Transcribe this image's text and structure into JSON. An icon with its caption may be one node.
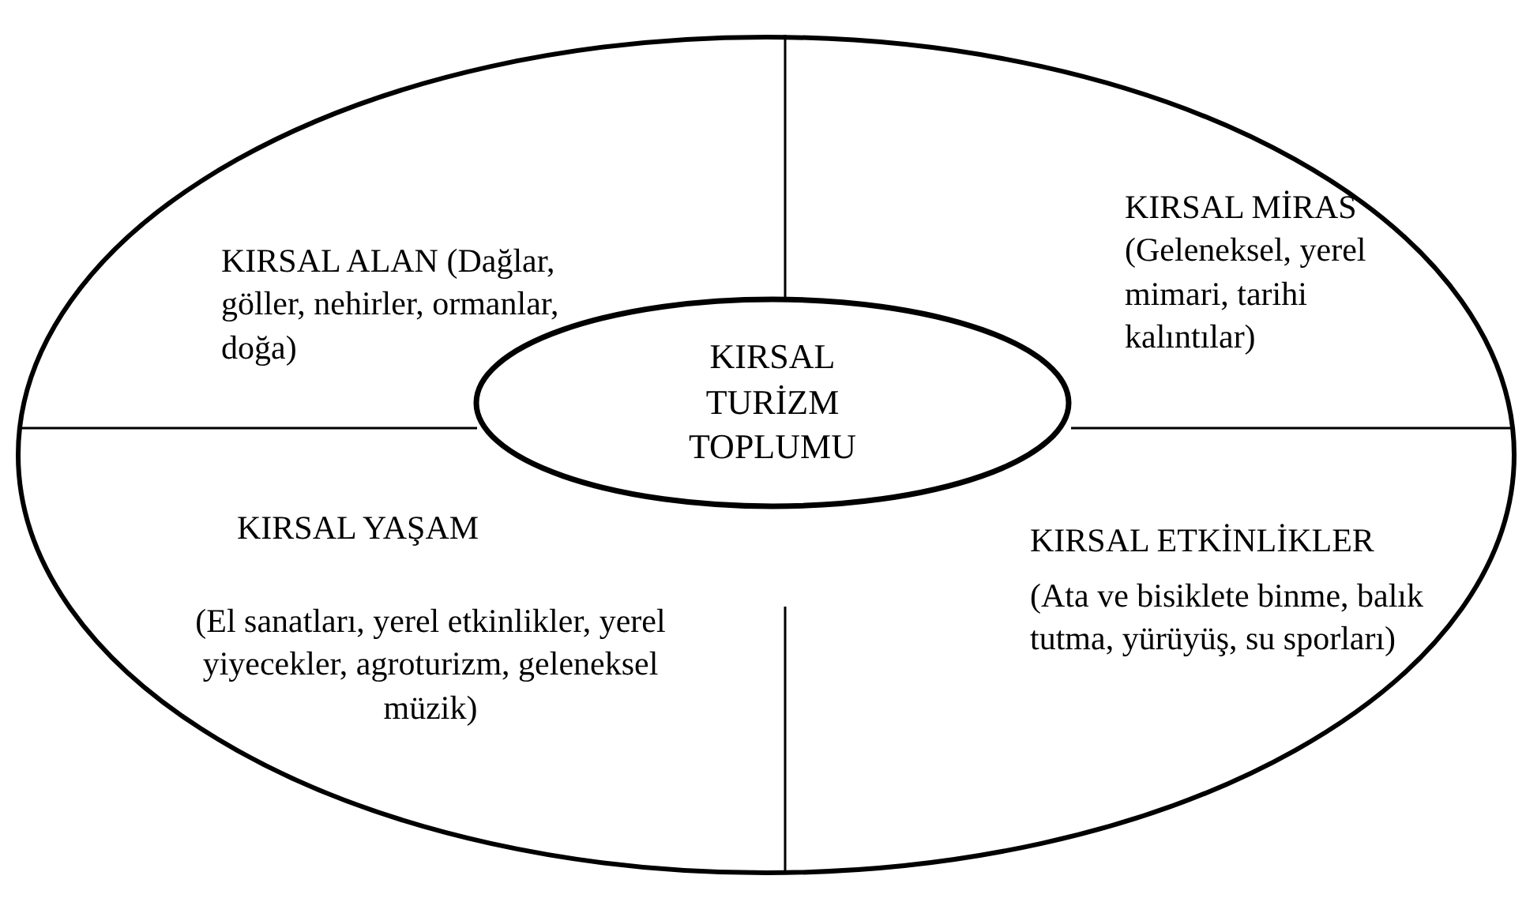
{
  "diagram": {
    "nodes": [
      {
        "text": [],
        "shape": "ellipse"
      },
      {
        "text": [
          "KIRSAL TURİZM TOPLUMU"
        ],
        "in": 0
      }
    ],
    "edges": [],
    "labels": [
      "KIRSAL ALAN (Dağlar, göller, nehirler, ormanlar, doğa)",
      "KIRSAL MİRAS (Geleneksel, yerel mimari, tarihi kalıntılar)",
      "KIRSAL YAŞAM",
      "(El sanatları, yerel etkinlikler, yerel yiyecekler, agroturizm, geleneksel müzik)",
      "KIRSAL ETKİNLİKLER",
      "(Ata ve bisiklete binme, balık tutma, yürüyüş, su sporları)"
    ]
  }
}
